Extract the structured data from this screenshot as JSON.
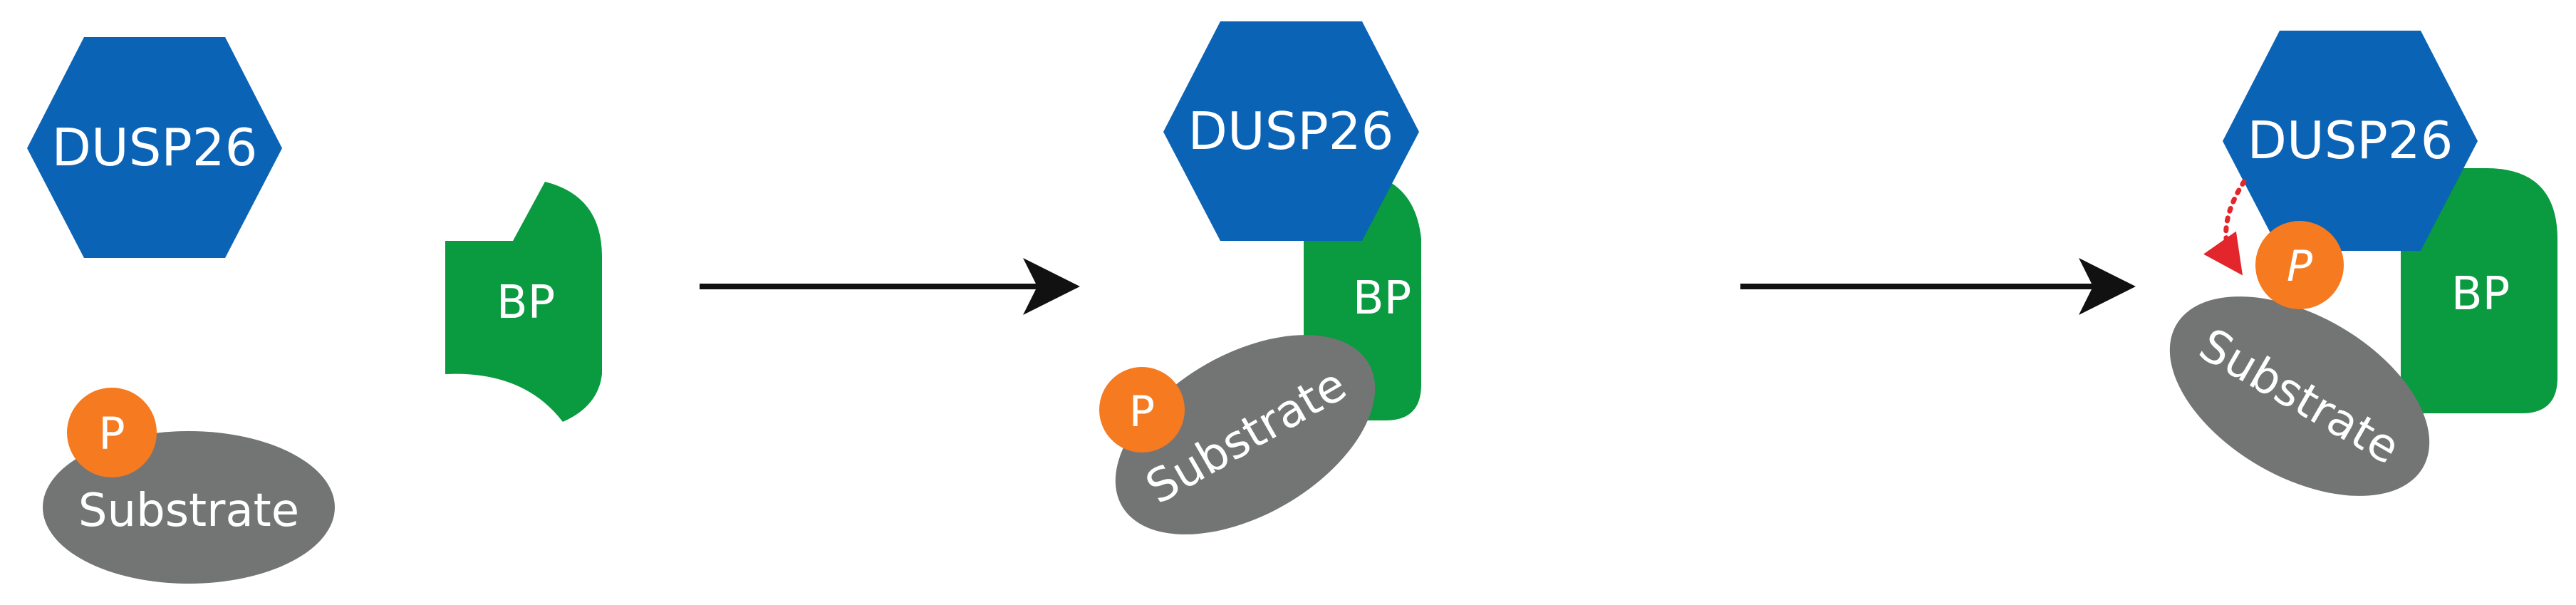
{
  "labels": {
    "enzyme": "DUSP26",
    "binding_protein": "BP",
    "substrate": "Substrate",
    "phosphate": "P"
  },
  "colors": {
    "enzyme": "#0b63b6",
    "binding_protein": "#0a9a40",
    "substrate": "#727574",
    "phosphate": "#f57a20",
    "arrow": "#111111",
    "dephosphorylation_arrow": "#e3262b"
  }
}
